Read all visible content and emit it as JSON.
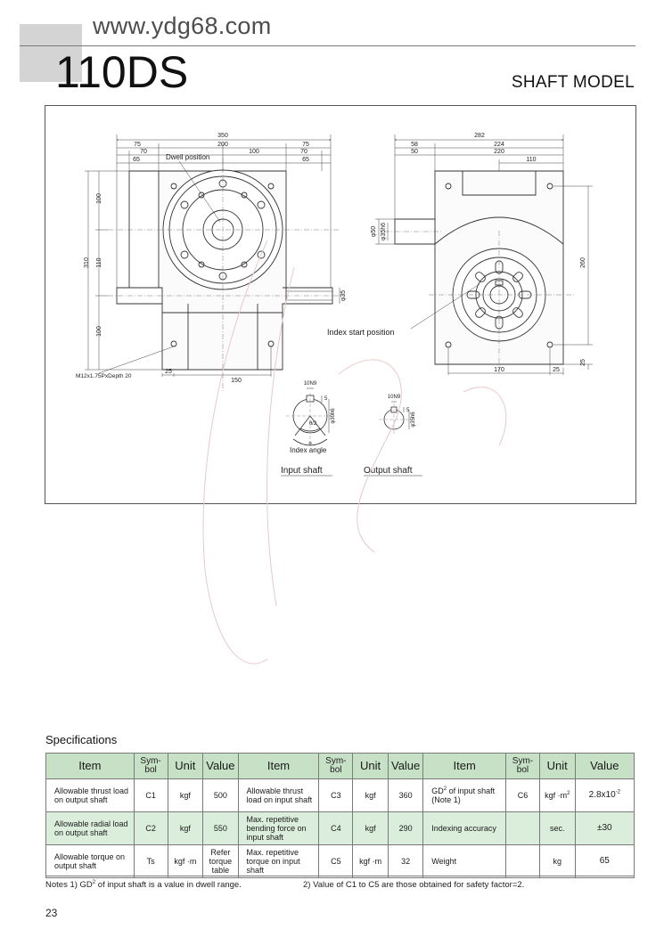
{
  "header": {
    "website": "www.ydg68.com",
    "model_title": "110DS",
    "model_subtitle": "SHAFT MODEL"
  },
  "drawing": {
    "left_dims": {
      "d350": "350",
      "d75a": "75",
      "d200": "200",
      "d75b": "75",
      "d70a": "70",
      "d100": "100",
      "d70b": "70",
      "d65a": "65",
      "d65b": "65",
      "v100a": "100",
      "v310": "310",
      "v110": "110",
      "v100b": "100",
      "b25": "25",
      "b150": "150",
      "shaft35": "φ35"
    },
    "right_dims": {
      "d282": "282",
      "d58": "58",
      "d224": "224",
      "d50": "50",
      "d220": "220",
      "d110": "110",
      "shaft50": "φ50",
      "shaft35h6": "φ35h6",
      "v260": "260",
      "v25": "25",
      "b170": "170",
      "b25": "25"
    },
    "labels": {
      "dwell": "Dwell position",
      "index_start": "Index start position",
      "hole": "M12x1.75PxDepth 20",
      "index_angle": "Index angle",
      "input_shaft": "Input shaft",
      "output_shaft": "Output shaft",
      "theta_half": "θ/2",
      "theta": "θ"
    },
    "key_input": {
      "width": "10N9",
      "depth": "5",
      "dia": "φ30h6"
    },
    "key_output": {
      "width": "10N9",
      "depth": "5",
      "dia": "φ35h6"
    }
  },
  "specs": {
    "title": "Specifications",
    "headers": [
      "Item",
      "Sym-bol",
      "Unit",
      "Value",
      "Item",
      "Sym-bol",
      "Unit",
      "Value",
      "Item",
      "Sym-bol",
      "Unit",
      "Value"
    ],
    "rows": [
      [
        "Allowable thrust load on output shaft",
        "C1",
        "kgf",
        "500",
        "Allowable thrust load on input shaft",
        "C3",
        "kgf",
        "360",
        "",
        "C6",
        "",
        "2.8x10"
      ],
      [
        "Allowable radial load on output shaft",
        "C2",
        "kgf",
        "550",
        "Max. repetitive bending force on input shaft",
        "C4",
        "kgf",
        "290",
        "Indexing accuracy",
        "",
        "sec.",
        "±30"
      ],
      [
        "Allowable torque on output shaft",
        "Ts",
        "kgf ·m",
        "Refer torque table",
        "Max. repetitive torque on input shaft",
        "C5",
        "kgf ·m",
        "32",
        "Weight",
        "",
        "kg",
        "65"
      ]
    ],
    "gd_item_pre": "GD",
    "gd_item_sup": "2",
    "gd_item_post": " of input shaft (Note 1)",
    "gd_unit_pre": "kgf ·m",
    "gd_unit_sup": "2",
    "gd_value_sup": "-2",
    "note1_pre": "Notes 1) GD",
    "note1_sup": "2",
    "note1_post": "of input shaft is a value in dwell range.",
    "note2": "2) Value of C1 to C5 are those obtained for safety factor=2."
  },
  "page_number": "23"
}
